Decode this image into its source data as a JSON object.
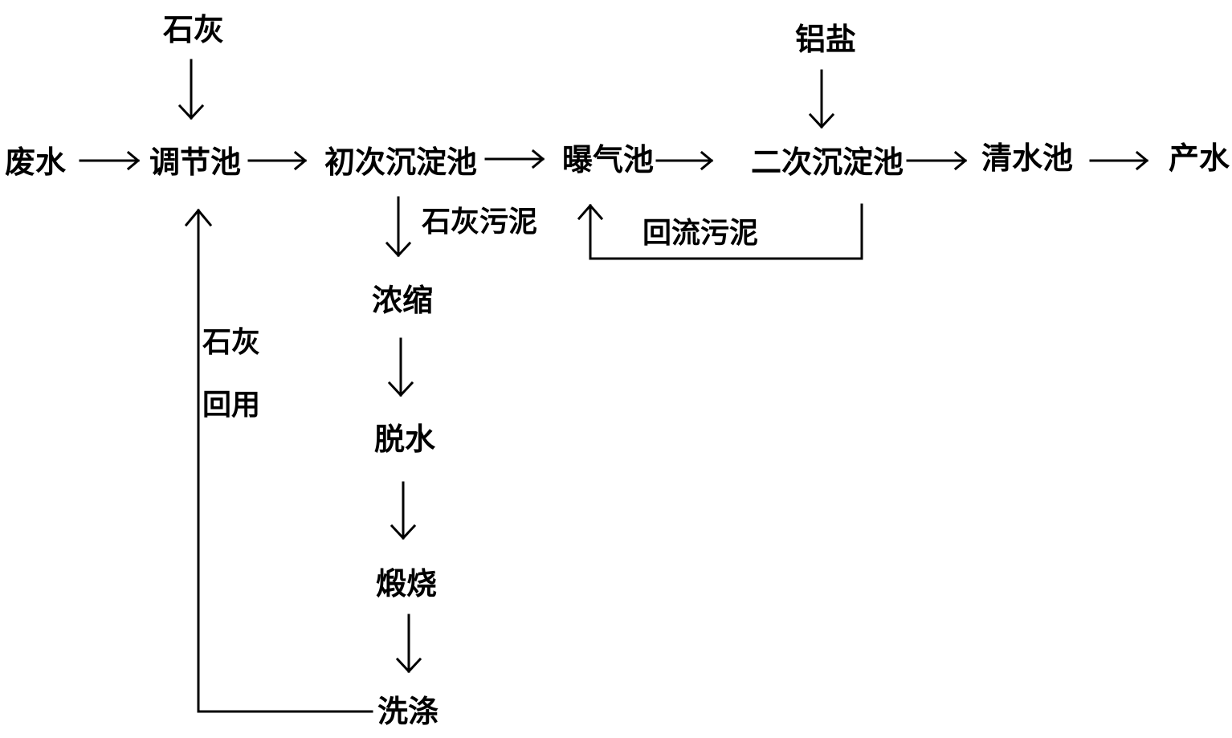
{
  "diagram": {
    "nodes": {
      "feed_water": "废水",
      "equalization_tank": "调节池",
      "primary_settling_tank": "初次沉淀池",
      "aeration_tank": "曝气池",
      "secondary_settling_tank": "二次沉淀池",
      "clear_water_tank": "清水池",
      "product_water": "产水",
      "thickening": "浓缩",
      "dewatering": "脱水",
      "calcination": "煅烧",
      "washing": "洗涤"
    },
    "inputs": {
      "lime": "石灰",
      "aluminum_salt": "铝盐"
    },
    "edge_labels": {
      "lime_sludge": "石灰污泥",
      "return_sludge": "回流污泥",
      "lime_reuse_line1": "石灰",
      "lime_reuse_line2": "回用"
    },
    "colors": {
      "ink": "#000000",
      "background": "#ffffff"
    }
  }
}
